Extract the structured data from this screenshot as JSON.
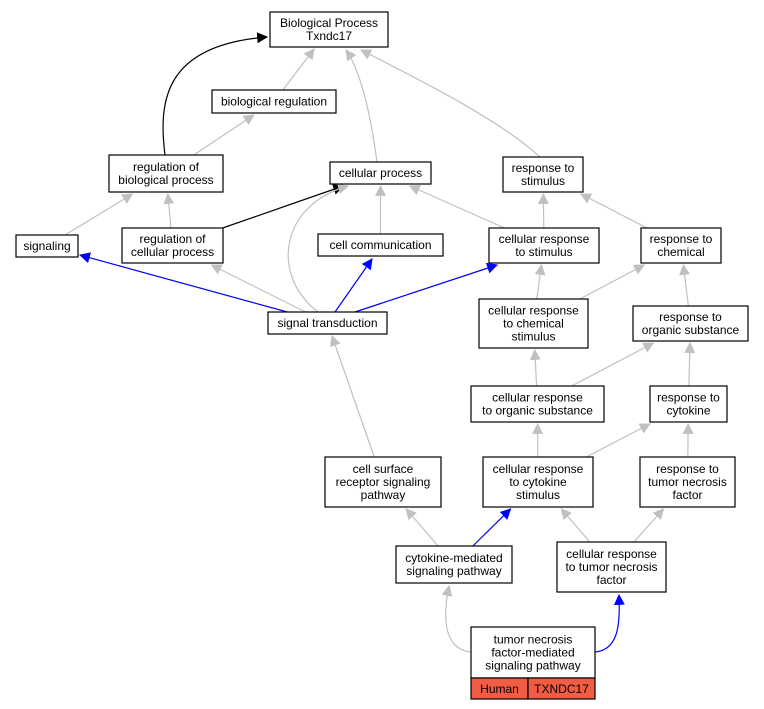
{
  "colors": {
    "gray_edge": "#c0c0c0",
    "black_edge": "#000000",
    "blue_edge": "#0000ff",
    "badge_fill": "#f15c44",
    "node_fill": "#ffffff",
    "node_border": "#000000"
  },
  "nodes": [
    {
      "id": "bp",
      "lines": [
        "Biological Process",
        "Txndc17"
      ]
    },
    {
      "id": "breg",
      "lines": [
        "biological regulation"
      ]
    },
    {
      "id": "rbp",
      "lines": [
        "regulation of",
        "biological process"
      ]
    },
    {
      "id": "cp",
      "lines": [
        "cellular process"
      ]
    },
    {
      "id": "rts",
      "lines": [
        "response to",
        "stimulus"
      ]
    },
    {
      "id": "sig",
      "lines": [
        "signaling"
      ]
    },
    {
      "id": "rcp",
      "lines": [
        "regulation of",
        "cellular process"
      ]
    },
    {
      "id": "cc",
      "lines": [
        "cell communication"
      ]
    },
    {
      "id": "crs",
      "lines": [
        "cellular response",
        "to stimulus"
      ]
    },
    {
      "id": "rtc",
      "lines": [
        "response to",
        "chemical"
      ]
    },
    {
      "id": "st",
      "lines": [
        "signal transduction"
      ]
    },
    {
      "id": "crc",
      "lines": [
        "cellular response",
        "to chemical",
        "stimulus"
      ]
    },
    {
      "id": "ros",
      "lines": [
        "response to",
        "organic substance"
      ]
    },
    {
      "id": "cros",
      "lines": [
        "cellular response",
        "to organic substance"
      ]
    },
    {
      "id": "rcy",
      "lines": [
        "response to",
        "cytokine"
      ]
    },
    {
      "id": "csr",
      "lines": [
        "cell surface",
        "receptor signaling",
        "pathway"
      ]
    },
    {
      "id": "crcs",
      "lines": [
        "cellular response",
        "to cytokine",
        "stimulus"
      ]
    },
    {
      "id": "rtnf",
      "lines": [
        "response to",
        "tumor necrosis",
        "factor"
      ]
    },
    {
      "id": "cmsp",
      "lines": [
        "cytokine-mediated",
        "signaling pathway"
      ]
    },
    {
      "id": "crtnf",
      "lines": [
        "cellular response",
        "to tumor necrosis",
        "factor"
      ]
    },
    {
      "id": "tnf",
      "lines": [
        "tumor necrosis",
        "factor-mediated",
        "signaling pathway"
      ]
    }
  ],
  "badge": {
    "species": "Human",
    "gene": "TXNDC17"
  },
  "edges": [
    {
      "from": "breg",
      "to": "bp",
      "kind": "gray"
    },
    {
      "from": "rbp",
      "to": "bp",
      "kind": "black"
    },
    {
      "from": "cp",
      "to": "bp",
      "kind": "gray"
    },
    {
      "from": "rts",
      "to": "bp",
      "kind": "gray"
    },
    {
      "from": "rbp",
      "to": "breg",
      "kind": "gray"
    },
    {
      "from": "sig",
      "to": "rbp",
      "kind": "gray"
    },
    {
      "from": "rcp",
      "to": "rbp",
      "kind": "gray"
    },
    {
      "from": "rcp",
      "to": "cp",
      "kind": "black"
    },
    {
      "from": "cc",
      "to": "cp",
      "kind": "gray"
    },
    {
      "from": "crs",
      "to": "cp",
      "kind": "gray"
    },
    {
      "from": "st",
      "to": "cp",
      "kind": "gray"
    },
    {
      "from": "crs",
      "to": "rts",
      "kind": "gray"
    },
    {
      "from": "rtc",
      "to": "rts",
      "kind": "gray"
    },
    {
      "from": "st",
      "to": "sig",
      "kind": "blue"
    },
    {
      "from": "st",
      "to": "rcp",
      "kind": "gray"
    },
    {
      "from": "st",
      "to": "cc",
      "kind": "blue"
    },
    {
      "from": "st",
      "to": "crs",
      "kind": "blue"
    },
    {
      "from": "crc",
      "to": "crs",
      "kind": "gray"
    },
    {
      "from": "crc",
      "to": "rtc",
      "kind": "gray"
    },
    {
      "from": "ros",
      "to": "rtc",
      "kind": "gray"
    },
    {
      "from": "cros",
      "to": "crc",
      "kind": "gray"
    },
    {
      "from": "cros",
      "to": "ros",
      "kind": "gray"
    },
    {
      "from": "rcy",
      "to": "ros",
      "kind": "gray"
    },
    {
      "from": "csr",
      "to": "st",
      "kind": "gray"
    },
    {
      "from": "crcs",
      "to": "cros",
      "kind": "gray"
    },
    {
      "from": "crcs",
      "to": "rcy",
      "kind": "gray"
    },
    {
      "from": "rtnf",
      "to": "rcy",
      "kind": "gray"
    },
    {
      "from": "cmsp",
      "to": "csr",
      "kind": "gray"
    },
    {
      "from": "cmsp",
      "to": "crcs",
      "kind": "blue"
    },
    {
      "from": "crtnf",
      "to": "crcs",
      "kind": "gray"
    },
    {
      "from": "crtnf",
      "to": "rtnf",
      "kind": "gray"
    },
    {
      "from": "tnf",
      "to": "cmsp",
      "kind": "gray"
    },
    {
      "from": "tnf",
      "to": "crtnf",
      "kind": "blue"
    }
  ]
}
